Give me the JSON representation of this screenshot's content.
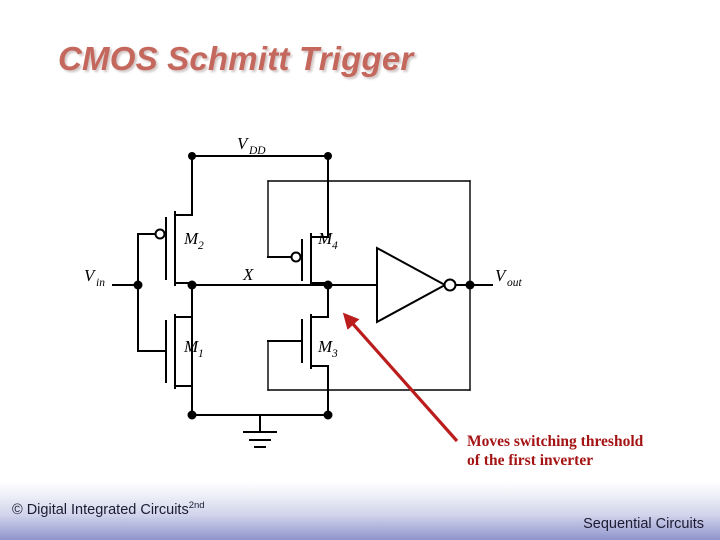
{
  "slide": {
    "title": "CMOS Schmitt Trigger",
    "title_color": "#c4675c",
    "background": "#ffffff"
  },
  "circuit": {
    "name": "cmos-schmitt-trigger-schematic",
    "line_color": "#000000",
    "labels": {
      "vdd": "V",
      "vdd_sub": "DD",
      "vin": "V",
      "vin_sub": "in",
      "vout": "V",
      "vout_sub": "out",
      "node_x": "X",
      "m1": "M",
      "m1_sub": "1",
      "m2": "M",
      "m2_sub": "2",
      "m3": "M",
      "m3_sub": "3",
      "m4": "M",
      "m4_sub": "4"
    },
    "components": [
      {
        "id": "M1",
        "type": "nmos",
        "label": "M1"
      },
      {
        "id": "M2",
        "type": "pmos",
        "label": "M2"
      },
      {
        "id": "M3",
        "type": "nmos",
        "label": "M3"
      },
      {
        "id": "M4",
        "type": "pmos",
        "label": "M4"
      },
      {
        "id": "INV",
        "type": "inverter",
        "label": ""
      },
      {
        "id": "GND",
        "type": "ground",
        "label": ""
      }
    ]
  },
  "annotation": {
    "line1": "Moves switching threshold",
    "line2": "of the first inverter",
    "color": "#a51414",
    "arrow_color": "#bb1d1d"
  },
  "footer": {
    "copyright": "© Digital Integrated Circuits",
    "copyright_sup": "2nd",
    "section": "Sequential Circuits",
    "band_color": "#9ba0d2"
  }
}
